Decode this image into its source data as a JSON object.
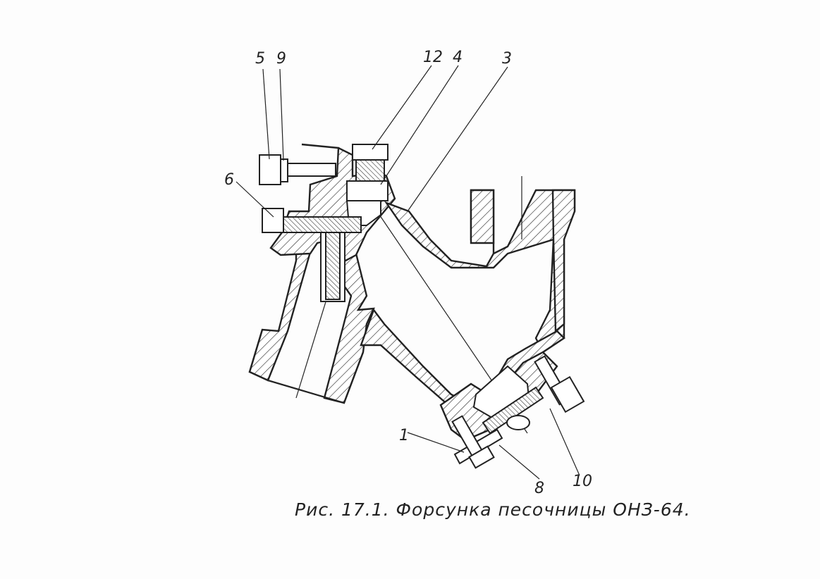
{
  "figure": {
    "caption": "Рис. 17.1. Форсунка песочницы ОНЗ-64.",
    "labels": {
      "l5": "5",
      "l9": "9",
      "l12": "12",
      "l4": "4",
      "l3": "3",
      "l6": "6",
      "l1": "1",
      "l8": "8",
      "l10": "10"
    }
  }
}
